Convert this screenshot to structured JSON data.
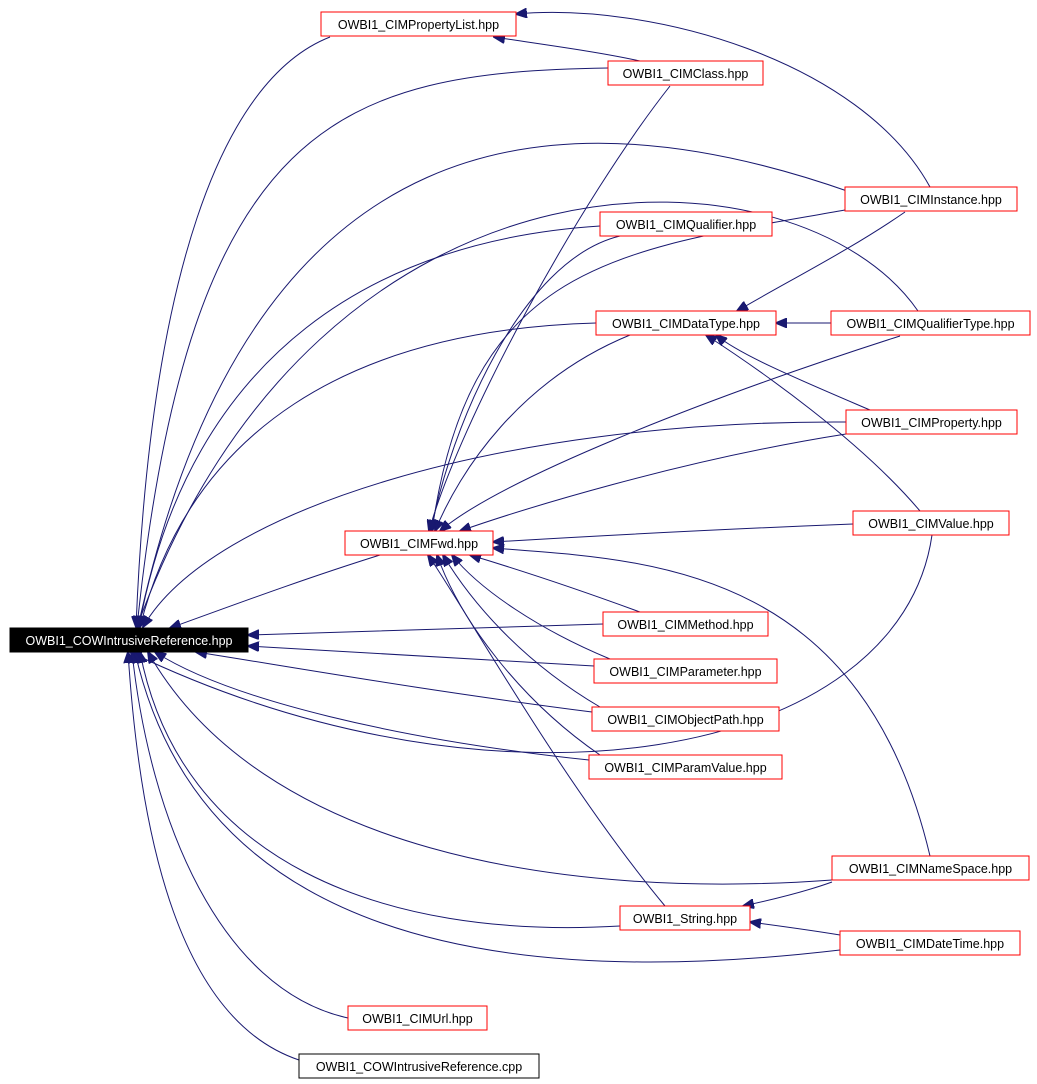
{
  "diagram": {
    "edge_color": "#191970",
    "node_border_color": "#ff0000",
    "root_fill_color": "#000000",
    "nodes": [
      {
        "id": "cow_ref",
        "label": "OWBI1_COWIntrusiveReference.hpp",
        "kind": "root"
      },
      {
        "id": "prop_list",
        "label": "OWBI1_CIMPropertyList.hpp",
        "kind": "header"
      },
      {
        "id": "cim_class",
        "label": "OWBI1_CIMClass.hpp",
        "kind": "header"
      },
      {
        "id": "cim_instance",
        "label": "OWBI1_CIMInstance.hpp",
        "kind": "header"
      },
      {
        "id": "cim_qualifier",
        "label": "OWBI1_CIMQualifier.hpp",
        "kind": "header"
      },
      {
        "id": "cim_datatype",
        "label": "OWBI1_CIMDataType.hpp",
        "kind": "header"
      },
      {
        "id": "cim_qualtype",
        "label": "OWBI1_CIMQualifierType.hpp",
        "kind": "header"
      },
      {
        "id": "cim_property",
        "label": "OWBI1_CIMProperty.hpp",
        "kind": "header"
      },
      {
        "id": "cim_value",
        "label": "OWBI1_CIMValue.hpp",
        "kind": "header"
      },
      {
        "id": "cim_fwd",
        "label": "OWBI1_CIMFwd.hpp",
        "kind": "header"
      },
      {
        "id": "cim_method",
        "label": "OWBI1_CIMMethod.hpp",
        "kind": "header"
      },
      {
        "id": "cim_parameter",
        "label": "OWBI1_CIMParameter.hpp",
        "kind": "header"
      },
      {
        "id": "cim_objpath",
        "label": "OWBI1_CIMObjectPath.hpp",
        "kind": "header"
      },
      {
        "id": "cim_paramvalue",
        "label": "OWBI1_CIMParamValue.hpp",
        "kind": "header"
      },
      {
        "id": "cim_namespace",
        "label": "OWBI1_CIMNameSpace.hpp",
        "kind": "header"
      },
      {
        "id": "owbi_string",
        "label": "OWBI1_String.hpp",
        "kind": "header"
      },
      {
        "id": "cim_datetime",
        "label": "OWBI1_CIMDateTime.hpp",
        "kind": "header"
      },
      {
        "id": "cim_url",
        "label": "OWBI1_CIMUrl.hpp",
        "kind": "header"
      },
      {
        "id": "cow_ref_cpp",
        "label": "OWBI1_COWIntrusiveReference.cpp",
        "kind": "source"
      }
    ],
    "edges": [
      {
        "from": "prop_list",
        "to": "cow_ref"
      },
      {
        "from": "cim_class",
        "to": "cow_ref"
      },
      {
        "from": "cim_class",
        "to": "prop_list"
      },
      {
        "from": "cim_class",
        "to": "cim_fwd"
      },
      {
        "from": "cim_instance",
        "to": "cow_ref"
      },
      {
        "from": "cim_instance",
        "to": "prop_list"
      },
      {
        "from": "cim_instance",
        "to": "cim_datatype"
      },
      {
        "from": "cim_instance",
        "to": "cim_fwd"
      },
      {
        "from": "cim_qualifier",
        "to": "cow_ref"
      },
      {
        "from": "cim_qualifier",
        "to": "cim_fwd"
      },
      {
        "from": "cim_datatype",
        "to": "cow_ref"
      },
      {
        "from": "cim_datatype",
        "to": "cim_fwd"
      },
      {
        "from": "cim_qualtype",
        "to": "cow_ref"
      },
      {
        "from": "cim_qualtype",
        "to": "cim_datatype"
      },
      {
        "from": "cim_qualtype",
        "to": "cim_fwd"
      },
      {
        "from": "cim_property",
        "to": "cow_ref"
      },
      {
        "from": "cim_property",
        "to": "cim_datatype"
      },
      {
        "from": "cim_property",
        "to": "cim_fwd"
      },
      {
        "from": "cim_value",
        "to": "cow_ref"
      },
      {
        "from": "cim_value",
        "to": "cim_datatype"
      },
      {
        "from": "cim_value",
        "to": "cim_fwd"
      },
      {
        "from": "cim_fwd",
        "to": "cow_ref"
      },
      {
        "from": "cim_method",
        "to": "cow_ref"
      },
      {
        "from": "cim_method",
        "to": "cim_fwd"
      },
      {
        "from": "cim_parameter",
        "to": "cow_ref"
      },
      {
        "from": "cim_parameter",
        "to": "cim_fwd"
      },
      {
        "from": "cim_objpath",
        "to": "cow_ref"
      },
      {
        "from": "cim_objpath",
        "to": "cim_fwd"
      },
      {
        "from": "cim_paramvalue",
        "to": "cow_ref"
      },
      {
        "from": "cim_paramvalue",
        "to": "cim_fwd"
      },
      {
        "from": "cim_namespace",
        "to": "cow_ref"
      },
      {
        "from": "cim_namespace",
        "to": "cim_fwd"
      },
      {
        "from": "cim_namespace",
        "to": "owbi_string"
      },
      {
        "from": "owbi_string",
        "to": "cow_ref"
      },
      {
        "from": "owbi_string",
        "to": "cim_fwd"
      },
      {
        "from": "cim_datetime",
        "to": "cow_ref"
      },
      {
        "from": "cim_datetime",
        "to": "owbi_string"
      },
      {
        "from": "cim_url",
        "to": "cow_ref"
      },
      {
        "from": "cow_ref_cpp",
        "to": "cow_ref"
      }
    ]
  }
}
